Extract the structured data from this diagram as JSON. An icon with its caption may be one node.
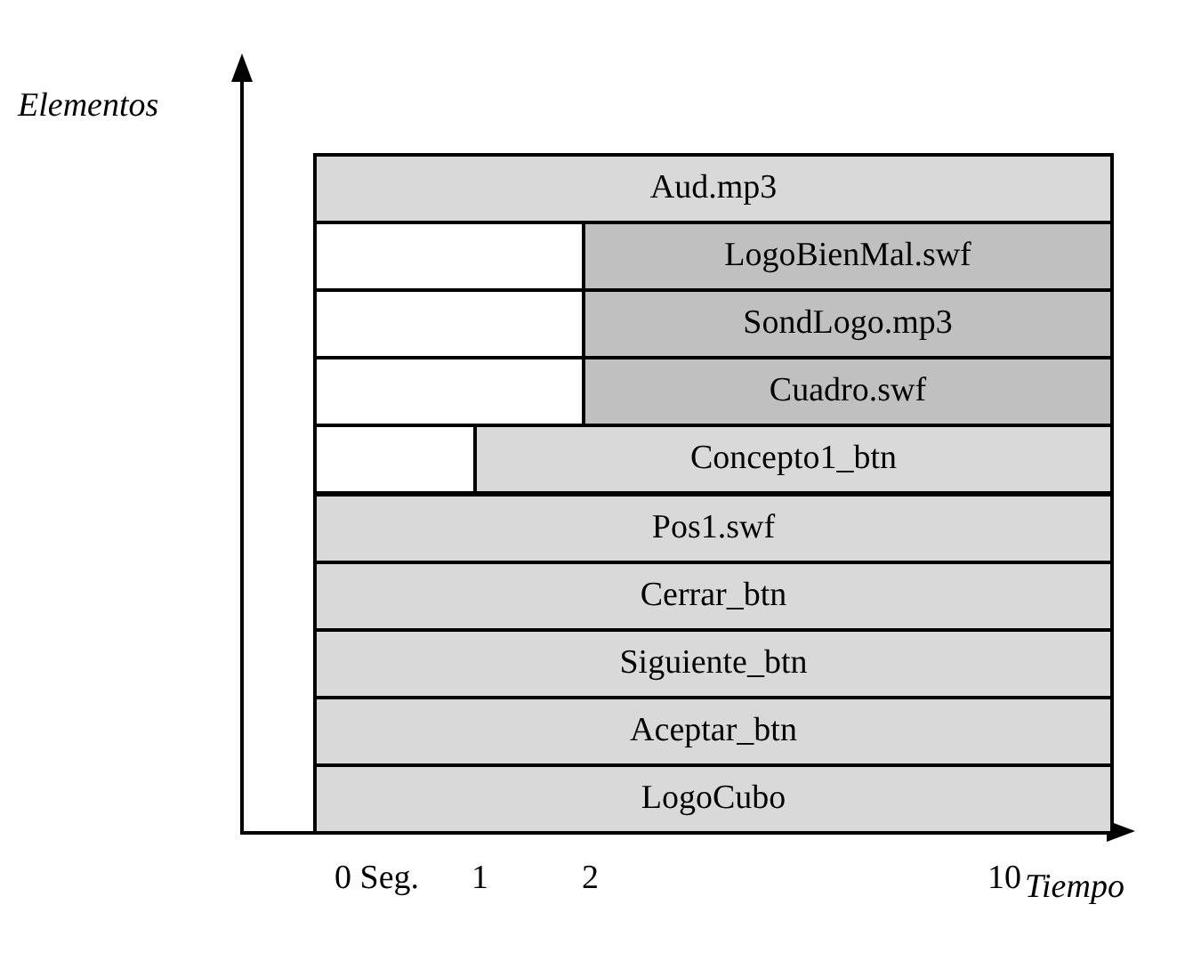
{
  "diagram": {
    "nodes": [
      {
        "text": [
          "Aud.mp3"
        ]
      },
      {
        "text": [],
        "shape": "box"
      },
      {
        "text": [
          "LogoBienMal.swf"
        ]
      },
      {
        "text": [],
        "shape": "box"
      },
      {
        "text": [
          "SondLogo.mp3"
        ]
      },
      {
        "text": [],
        "shape": "box"
      },
      {
        "text": [
          "Cuadro.swf"
        ]
      },
      {
        "text": [],
        "shape": "box"
      },
      {
        "text": [
          "Concepto1_btn"
        ]
      },
      {
        "text": [
          "Pos1.swf"
        ]
      },
      {
        "text": [
          "Cerrar_btn"
        ]
      },
      {
        "text": [
          "Siguiente_btn"
        ]
      },
      {
        "text": [
          "Aceptar_btn"
        ]
      },
      {
        "text": [
          "LogoCubo"
        ]
      }
    ],
    "edges": [],
    "labels": [
      "Elementos",
      "0 Seg.",
      "1",
      "2",
      "10",
      "Tiempo"
    ]
  }
}
